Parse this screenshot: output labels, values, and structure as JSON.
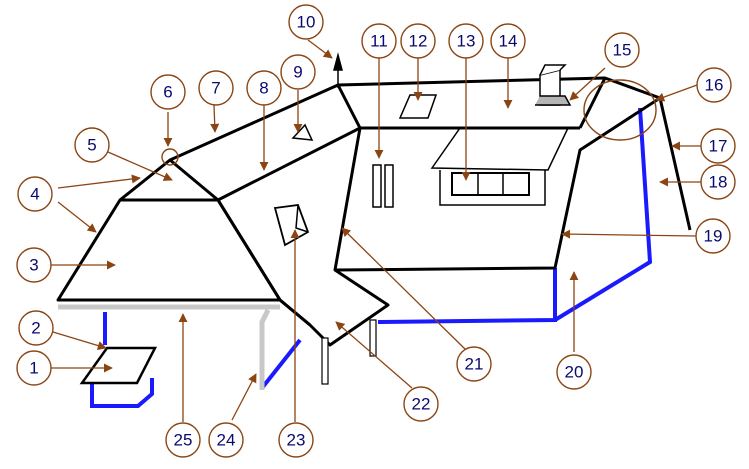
{
  "colors": {
    "outline": "#000000",
    "structure_blue": "#1a1aff",
    "gutter_gray": "#c8c8c8",
    "callout_border": "#8b4513",
    "callout_text": "#0a0a6e",
    "skylight_fill": "#b4b4b4"
  },
  "callouts": [
    {
      "label": "1"
    },
    {
      "label": "2"
    },
    {
      "label": "3"
    },
    {
      "label": "4"
    },
    {
      "label": "5"
    },
    {
      "label": "6"
    },
    {
      "label": "7"
    },
    {
      "label": "8"
    },
    {
      "label": "9"
    },
    {
      "label": "10"
    },
    {
      "label": "11"
    },
    {
      "label": "12"
    },
    {
      "label": "13"
    },
    {
      "label": "14"
    },
    {
      "label": "15"
    },
    {
      "label": "16"
    },
    {
      "label": "17"
    },
    {
      "label": "18"
    },
    {
      "label": "19"
    },
    {
      "label": "20"
    },
    {
      "label": "21"
    },
    {
      "label": "22"
    },
    {
      "label": "23"
    },
    {
      "label": "24"
    },
    {
      "label": "25"
    }
  ]
}
